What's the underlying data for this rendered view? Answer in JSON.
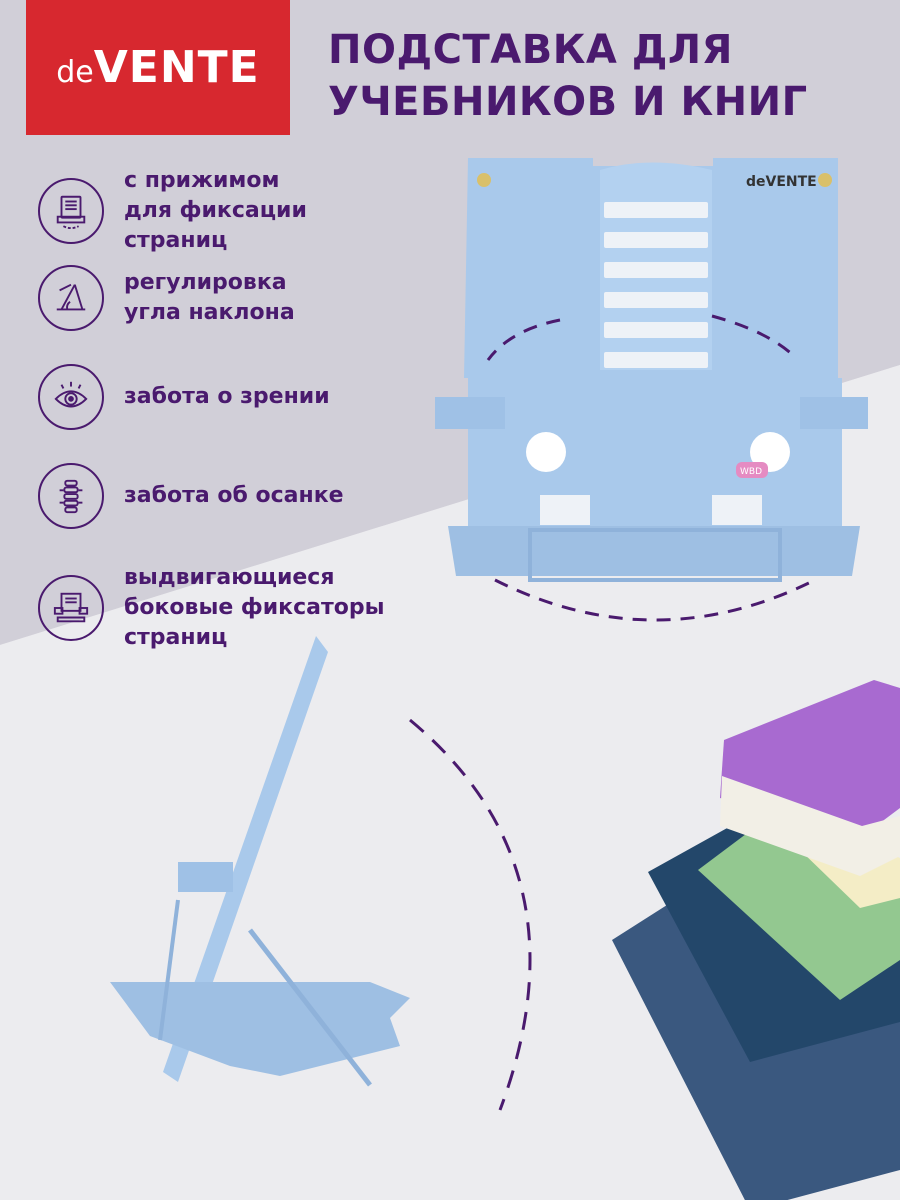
{
  "brand": {
    "logo": "deVENTE",
    "logo_prefix": "de",
    "logo_main": "VENTE",
    "color": "#d7282f"
  },
  "title": "ПОДСТАВКА ДЛЯ\nУЧЕБНИКОВ И КНИГ",
  "accent_color": "#4a1a6e",
  "features": [
    {
      "icon": "page-clip-icon",
      "text": "с прижимом\nдля фиксации\nстраниц"
    },
    {
      "icon": "angle-adjust-icon",
      "text": "регулировка\nугла наклона"
    },
    {
      "icon": "eye-icon",
      "text": "забота о зрении"
    },
    {
      "icon": "spine-icon",
      "text": "забота об осанке"
    },
    {
      "icon": "side-clips-icon",
      "text": "выдвигающиеся\nбоковые фиксаторы\nстраниц"
    }
  ],
  "stand_print": {
    "brand": "deVENTE",
    "badge": "WBD"
  }
}
